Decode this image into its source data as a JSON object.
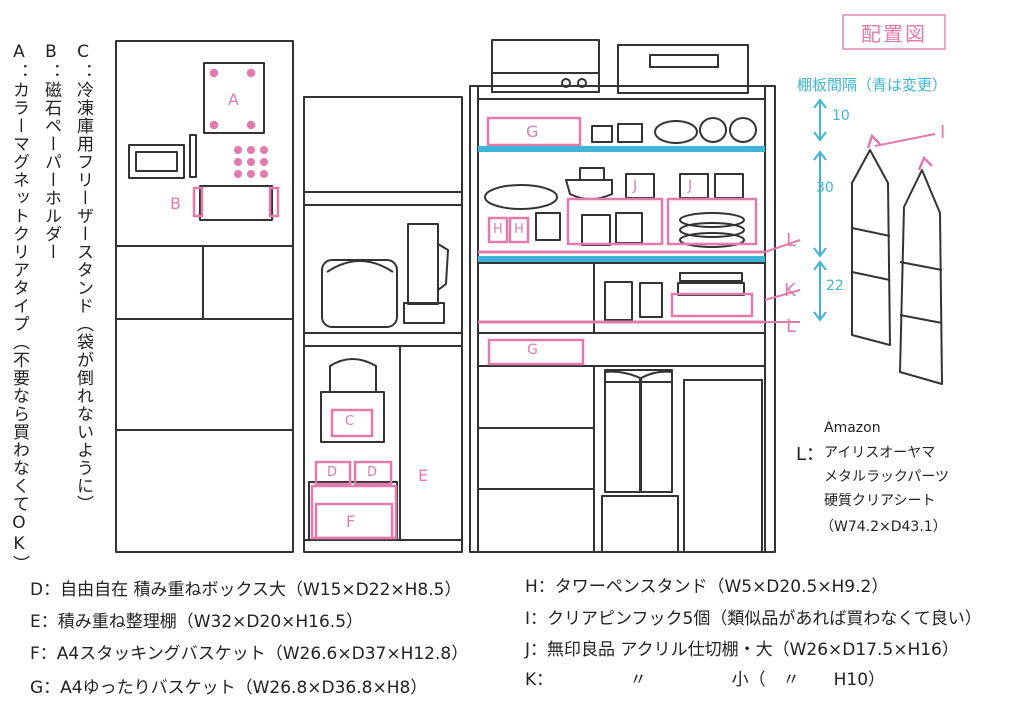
{
  "title": "配置図",
  "shelf_interval_title": "棚板間隔（青は変更）",
  "vertical_labels": {
    "A": "A：カラーマグネットクリアタイプ（不要なら買わなくてOK）",
    "B": "B：磁石ペーパーホルダー",
    "C": "C：冷凍庫用フリーザースタンド（袋が倒れないように）"
  },
  "markers": {
    "A": "A",
    "B": "B",
    "C": "C",
    "D1": "D",
    "D2": "D",
    "E": "E",
    "F": "F",
    "G1": "G",
    "G2": "G",
    "H1": "H",
    "H2": "H",
    "I": "I",
    "J1": "J",
    "J2": "J",
    "K": "K",
    "L1": "L",
    "L2": "L"
  },
  "intervals": [
    "10",
    "30",
    "22"
  ],
  "l_note": {
    "label": "L：",
    "line1": "Amazon",
    "line2": "アイリスオーヤマ",
    "line3": "メタルラックパーツ",
    "line4": "硬質クリアシート",
    "line5": "（W74.2×D43.1）"
  },
  "legend_left": [
    "D：自由自在 積み重ねボックス大（W15×D22×H8.5）",
    "E：積み重ね整理棚（W32×D20×H16.5）",
    "F：A4スタッキングバスケット（W26.6×D37×H12.8）",
    "G：A4ゆったりバスケット（W26.8×D36.8×H8）"
  ],
  "legend_right": [
    "H：タワーペンスタンド（W5×D20.5×H9.2）",
    "I：クリアピンフック5個（類似品があれば買わなくて良い）",
    "J：無印良品 アクリル仕切棚・大（W26×D17.5×H16）",
    "K：　　　　　〃　　　　　小（　〃　　H10）"
  ],
  "colors": {
    "pink": "#e07bab",
    "blue": "#3fb4d6",
    "line": "#333333"
  }
}
